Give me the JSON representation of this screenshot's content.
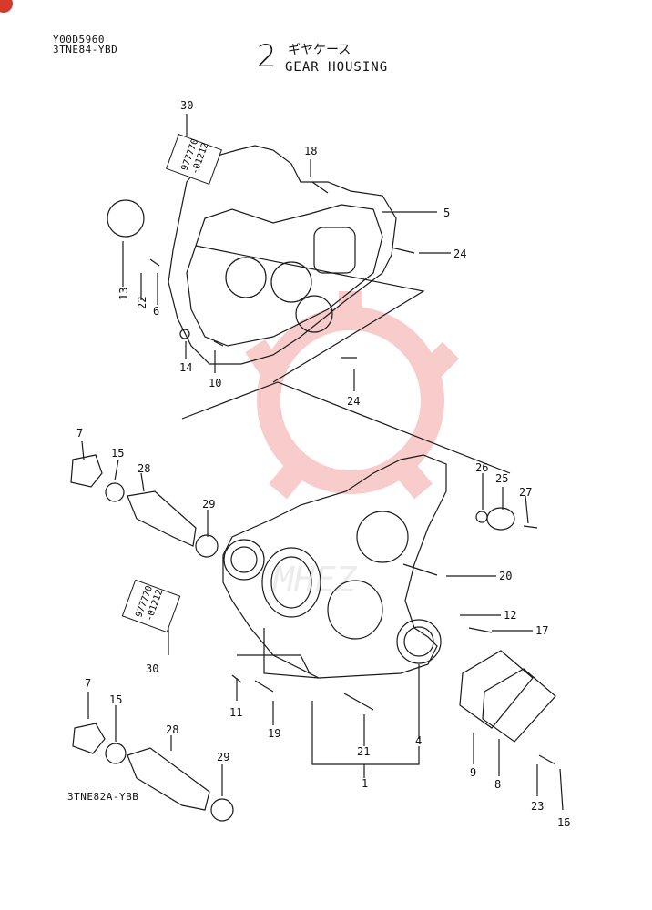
{
  "header": {
    "code": "Y00D5960",
    "model": "3TNE84-YBD",
    "section_number": "2",
    "title_jp": "ギヤケース",
    "title_en": "GEAR HOUSING"
  },
  "variant_label": "3TNE82A-YBB",
  "colors": {
    "line": "#1a1a1a",
    "watermark": "#f07070",
    "badge": "#d63a2f"
  },
  "callouts": {
    "c30a": "30",
    "c18": "18",
    "c5": "5",
    "c24a": "24",
    "c13": "13",
    "c22": "22",
    "c6": "6",
    "c14": "14",
    "c10": "10",
    "c24b": "24",
    "c7a": "7",
    "c15a": "15",
    "c28a": "28",
    "c29a": "29",
    "c26": "26",
    "c25": "25",
    "c27": "27",
    "c20": "20",
    "c12": "12",
    "c17": "17",
    "c30b": "30",
    "c11": "11",
    "c19": "19",
    "c21": "21",
    "c4": "4",
    "c9": "9",
    "c8": "8",
    "c23": "23",
    "c16": "16",
    "c1": "1",
    "c7b": "7",
    "c15b": "15",
    "c28b": "28",
    "c29b": "29"
  },
  "tube_labels": {
    "t1_line1": "977770",
    "t1_line2": "-01212",
    "t2_line1": "977770",
    "t2_line2": "-01212"
  }
}
